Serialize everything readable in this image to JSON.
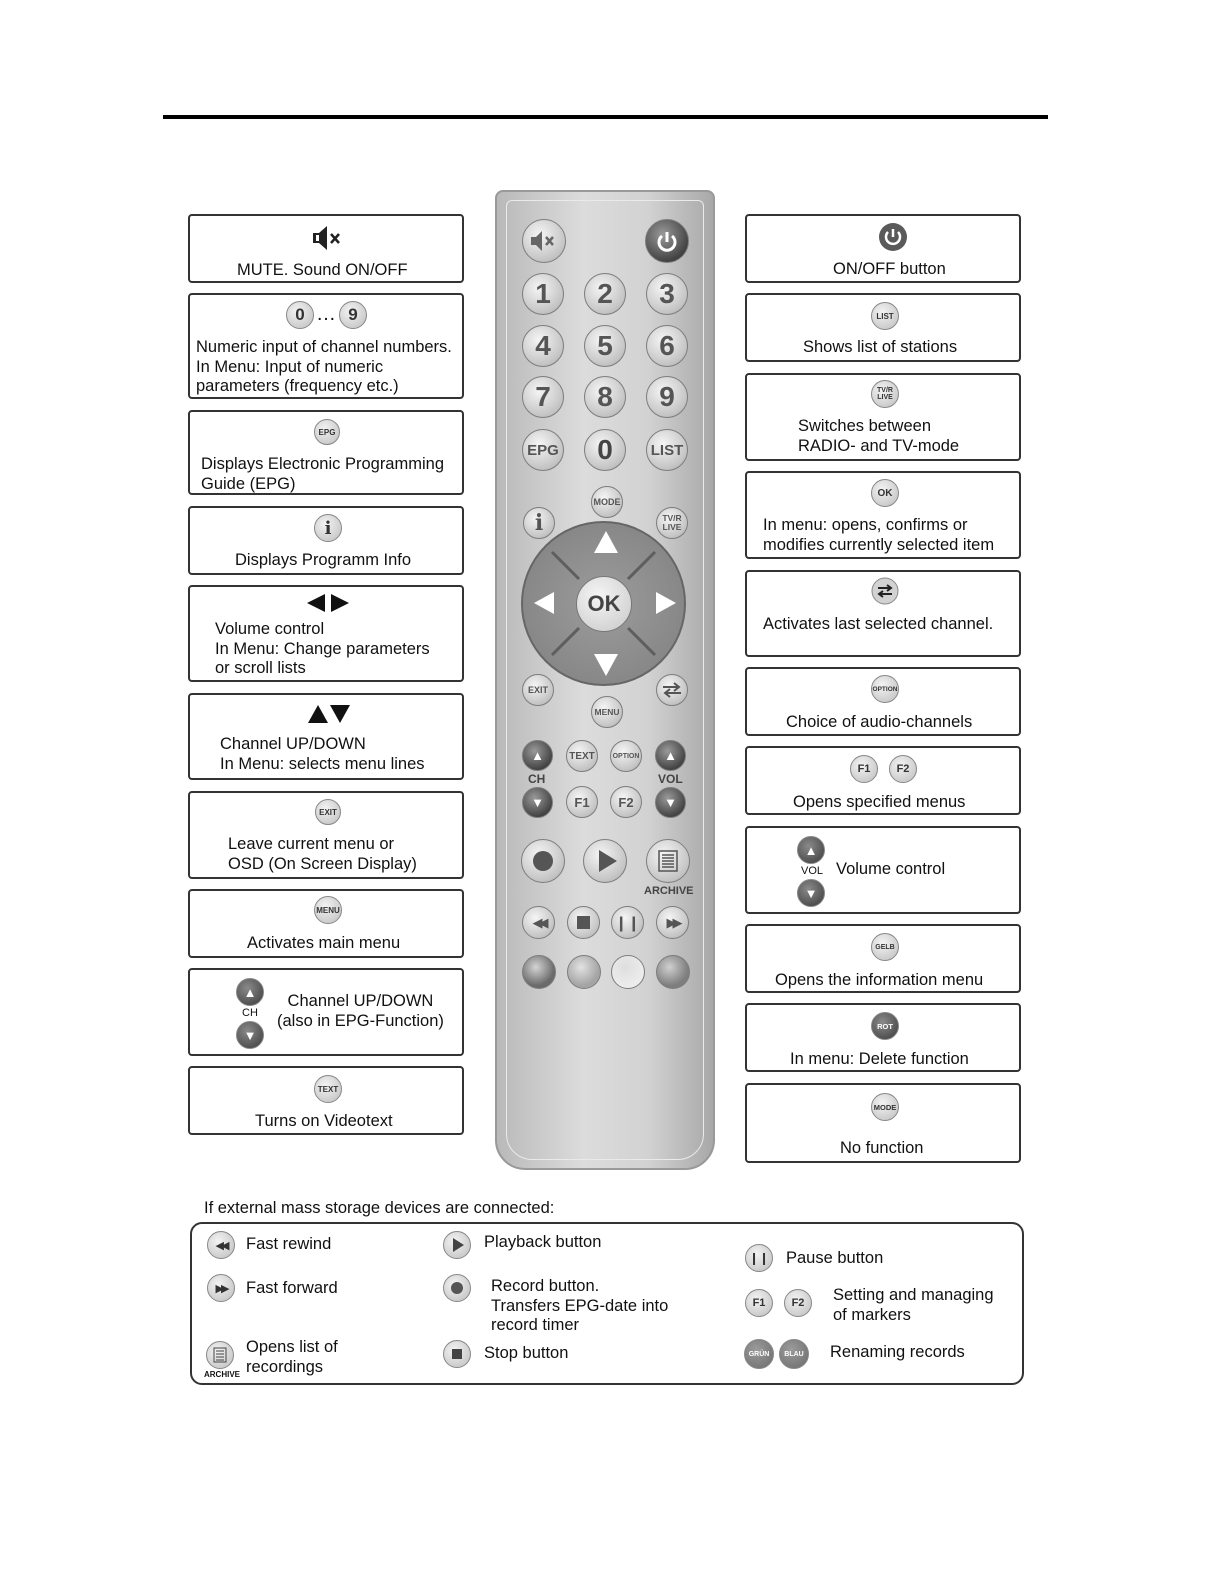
{
  "left_boxes": [
    {
      "text": "MUTE. Sound ON/OFF",
      "icon": "mute-icon"
    },
    {
      "icon_labels": [
        "0",
        "…",
        "9"
      ],
      "text": "Numeric input of channel numbers.\nIn Menu: Input of numeric\nparameters (frequency etc.)"
    },
    {
      "icon_label": "EPG",
      "text": "Displays Electronic Programming\nGuide (EPG)"
    },
    {
      "icon_label": "i",
      "text": "Displays Programm Info"
    },
    {
      "icon": "left-right-arrows-icon",
      "text": "Volume control\nIn Menu: Change parameters\nor scroll lists"
    },
    {
      "icon": "up-down-arrows-icon",
      "text": "Channel UP/DOWN\nIn Menu: selects menu lines"
    },
    {
      "icon_label": "EXIT",
      "text": "Leave current menu or\nOSD (On Screen Display)"
    },
    {
      "icon_label": "MENU",
      "text": "Activates main menu"
    },
    {
      "icon_label": "CH",
      "text": "Channel UP/DOWN\n(also in EPG-Function)"
    },
    {
      "icon_label": "TEXT",
      "text": "Turns on Videotext"
    }
  ],
  "right_boxes": [
    {
      "icon": "power-icon",
      "text": "ON/OFF button"
    },
    {
      "icon_label": "LIST",
      "text": "Shows list of stations"
    },
    {
      "icon_label": "TV/R LIVE",
      "text": "Switches between\nRADIO- and TV-mode"
    },
    {
      "icon_label": "OK",
      "text": "In menu: opens, confirms or\nmodifies currently selected item"
    },
    {
      "icon": "swap-icon",
      "text": "Activates last selected channel."
    },
    {
      "icon_label": "OPTION",
      "text": "Choice of audio-channels"
    },
    {
      "icon_labels": [
        "F1",
        "F2"
      ],
      "text": "Opens specified menus"
    },
    {
      "icon_label": "VOL",
      "text": "Volume control"
    },
    {
      "icon_label": "GELB",
      "text": "Opens the information menu"
    },
    {
      "icon_label": "ROT",
      "text": "In menu: Delete function"
    },
    {
      "icon_label": "MODE",
      "text": "No function"
    }
  ],
  "remote": {
    "digits": [
      "1",
      "2",
      "3",
      "4",
      "5",
      "6",
      "7",
      "8",
      "9",
      "0"
    ],
    "epg": "EPG",
    "list": "LIST",
    "mode": "MODE",
    "info": "i",
    "tvr": "TV/R\nLIVE",
    "ok": "OK",
    "exit": "EXIT",
    "menu": "MENU",
    "text": "TEXT",
    "option": "OPTION",
    "ch": "CH",
    "vol": "VOL",
    "f1": "F1",
    "f2": "F2",
    "archive": "ARCHIVE",
    "colors": [
      "#6a6a6a",
      "#a4a4a4",
      "#ececec",
      "#7e7e7e"
    ]
  },
  "storage": {
    "heading": "If external mass storage devices are connected:",
    "items": {
      "rewind": "Fast rewind",
      "forward": "Fast forward",
      "archive": "Opens list of\nrecordings",
      "archive_label": "ARCHIVE",
      "play": "Playback button",
      "record": "Record button.\nTransfers EPG-date into\nrecord timer",
      "stop": "Stop button",
      "pause": "Pause button",
      "markers": "Setting and managing\nof markers",
      "f1": "F1",
      "f2": "F2",
      "rename": "Renaming records",
      "gruen": "GRÜN",
      "blau": "BLAU"
    }
  }
}
